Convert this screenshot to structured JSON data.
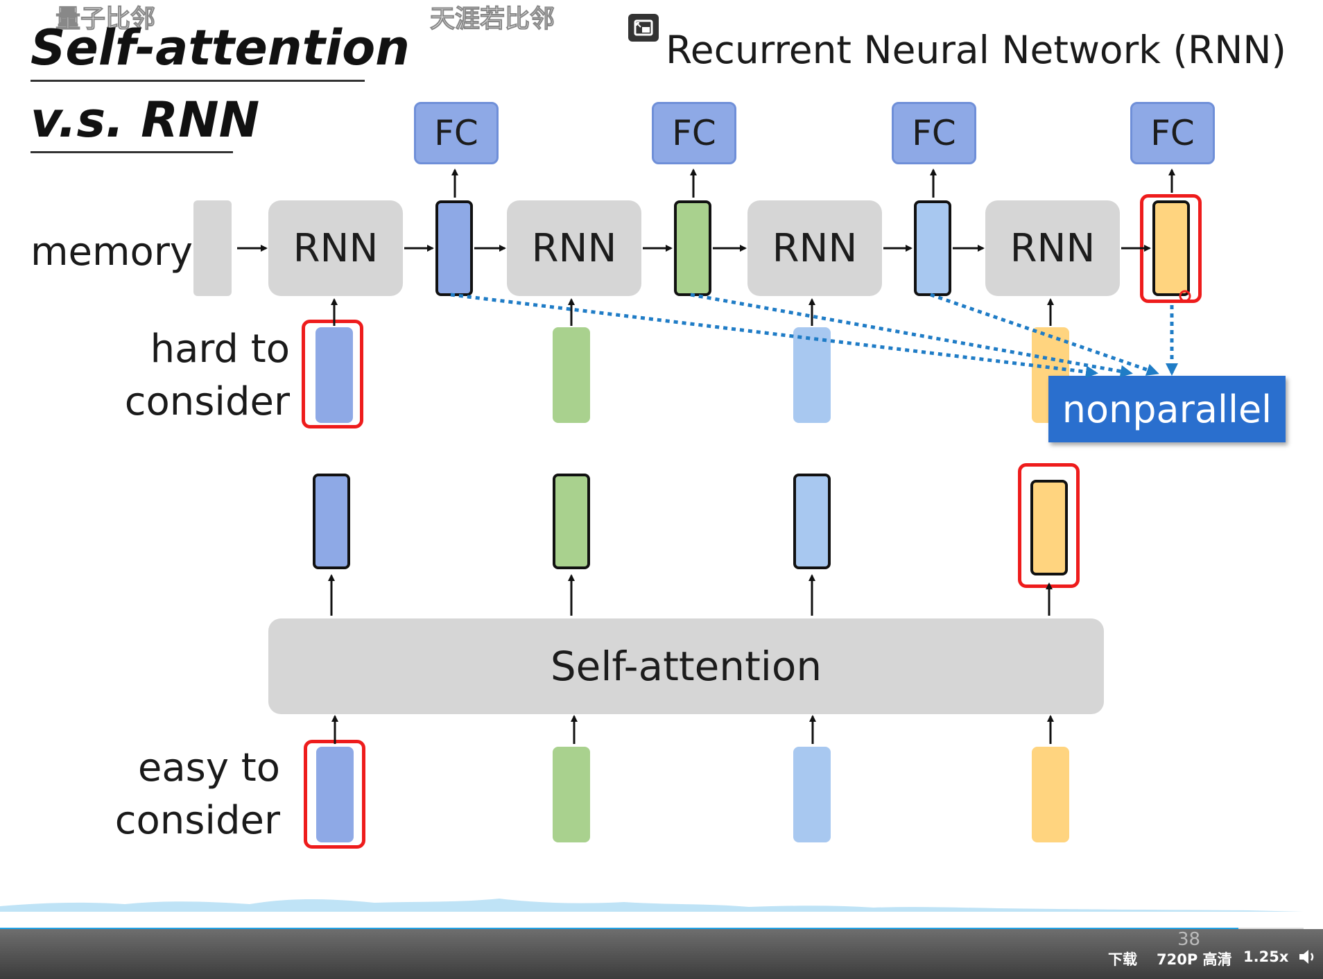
{
  "watermarks": [
    "量子比邻",
    "天涯若比邻"
  ],
  "slide": {
    "title_line1": "Self-attention",
    "title_line2": "v.s. RNN",
    "subtitle": "Recurrent Neural Network (RNN)",
    "memory_label": "memory",
    "fc_label": "FC",
    "rnn_label": "RNN",
    "hard_label_1": "hard to",
    "hard_label_2": "consider",
    "easy_label_1": "easy to",
    "easy_label_2": "consider",
    "selfattention_label": "Self-attention",
    "nonparallel_label": "nonparallel",
    "page_number": "38"
  },
  "colors": {
    "blue": "#8ea9e6",
    "green": "#a9d18e",
    "light_blue": "#a8c8f0",
    "yellow": "#ffd47f",
    "highlight_red": "#ee1c1c",
    "nonparallel_bg": "#2a6fce",
    "progress": "#1fa3e8"
  },
  "player": {
    "download": "下载",
    "quality": "720P 高清",
    "speed": "1.25x",
    "volume_icon": "speaker-icon",
    "pip_icon": "picture-in-picture-icon",
    "progress_fraction": 0.95
  }
}
